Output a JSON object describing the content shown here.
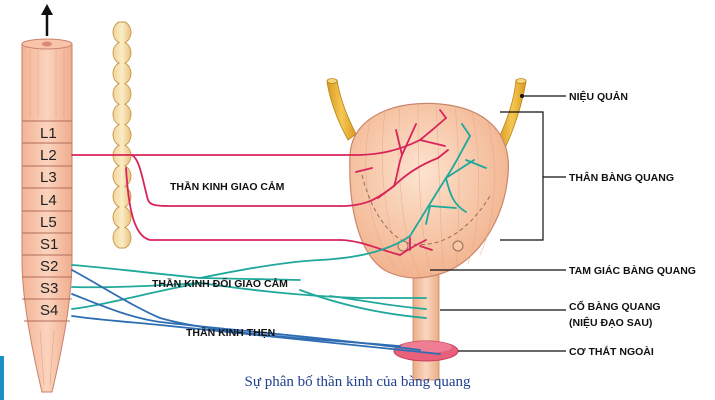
{
  "spinal_cord": {
    "segments": [
      "L1",
      "L2",
      "L3",
      "L4",
      "L5",
      "S1",
      "S2",
      "S3",
      "S4"
    ]
  },
  "nerves": {
    "sympathetic": "THẦN KINH GIAO CẢM",
    "parasympathetic": "THẦN KINH ĐỐI GIAO CẢM",
    "pudendal": "THẦN KINH THẸN"
  },
  "labels": {
    "ureter": "NIỆU QUẢN",
    "bladder_body": "THÂN BÀNG QUANG",
    "trigone": "TAM GIÁC BÀNG QUANG",
    "bladder_neck_line1": "CỔ BÀNG QUANG",
    "bladder_neck_line2": "(NIỆU ĐẠO SAU)",
    "external_sphincter": "CƠ THẮT NGOÀI"
  },
  "caption": "Sự phân bố thần kinh của bàng quang",
  "colors": {
    "sympathetic": "#d9245a",
    "parasympathetic": "#1fa89b",
    "pudendal": "#2f6db3",
    "organ_fill": "#f6c8a8",
    "ureter": "#e6b23a",
    "sphincter": "#e8607a"
  }
}
